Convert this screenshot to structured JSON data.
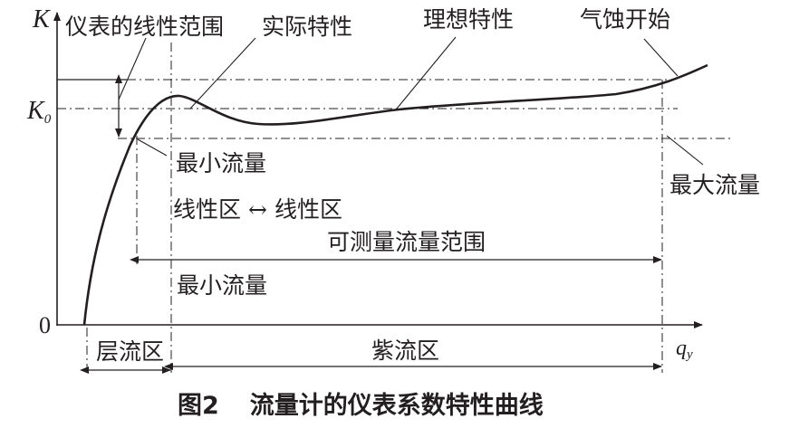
{
  "axes": {
    "y_name": "K",
    "y_ref": "K",
    "y_ref_sub": "0",
    "origin": "0",
    "x_name": "q",
    "x_name_sub": "y"
  },
  "labels": {
    "meter_linear_range": "仪表的线性范围",
    "actual_characteristic": "实际特性",
    "ideal_characteristic": "理想特性",
    "cavitation_start": "气蚀开始",
    "min_flow_upper": "最小流量",
    "max_flow": "最大流量",
    "linear_zone_left": "线性区",
    "linear_zone_arrow": "↔",
    "linear_zone_right": "线性区",
    "measurable_range": "可测量流量范围",
    "min_flow_lower": "最小流量",
    "laminar_zone": "层流区",
    "turbulent_zone": "紫流区"
  },
  "caption": {
    "figure_no": "图2",
    "title": "流量计的仪表系数特性曲线"
  },
  "colors": {
    "ink": "#231f20",
    "background": "#ffffff"
  }
}
